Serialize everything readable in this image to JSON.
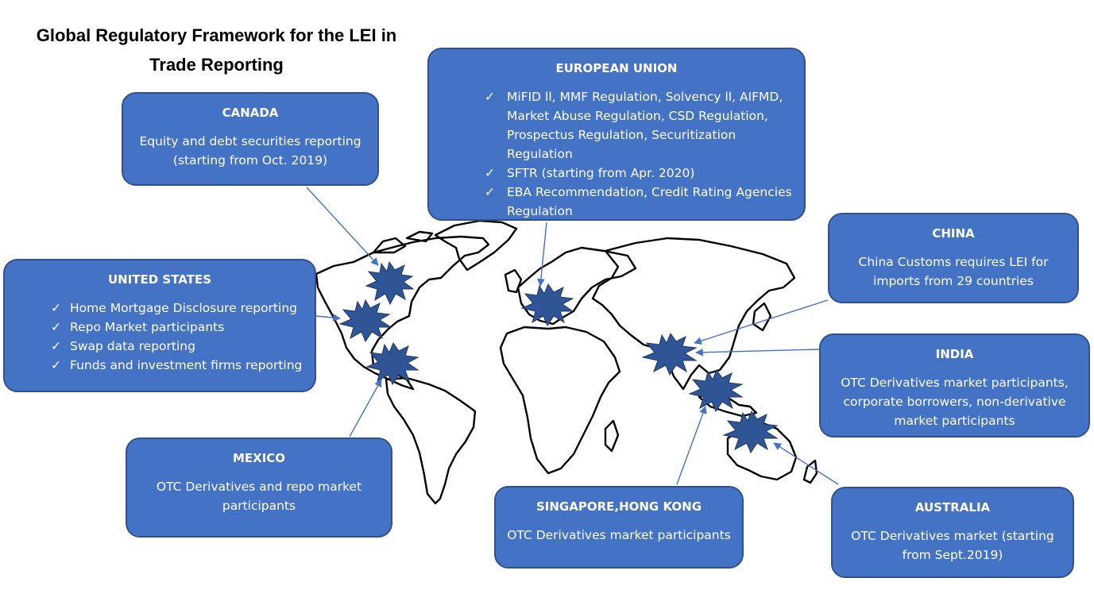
{
  "title": {
    "line1": "Global Regulatory Framework for the LEI  in",
    "line2": "Trade Reporting"
  },
  "colors": {
    "box_fill": "#4472c4",
    "box_border": "#2f528f",
    "burst_fill": "#2f5597",
    "arrow": "#4472c4",
    "map_outline": "#000000"
  },
  "regions": {
    "canada": {
      "heading": "CANADA",
      "desc_lines": [
        "Equity and debt securities reporting",
        "(starting from Oct. 2019)"
      ]
    },
    "eu": {
      "heading": "EUROPEAN UNION",
      "items": [
        "MiFID ll, MMF Regulation, Solvency ll, AIFMD, Market Abuse Regulation, CSD Regulation, Prospectus Regulation, Securitization Regulation",
        "SFTR (starting from Apr. 2020)",
        "EBA Recommendation, Credit Rating Agencies Regulation"
      ]
    },
    "us": {
      "heading": "UNITED STATES",
      "items": [
        "Home Mortgage Disclosure reporting",
        "Repo Market participants",
        "Swap data reporting",
        "Funds and investment firms reporting"
      ]
    },
    "mexico": {
      "heading": "MEXICO",
      "desc_lines": [
        "OTC Derivatives and repo market",
        "participants"
      ]
    },
    "china": {
      "heading": "CHINA",
      "desc_lines": [
        "China Customs requires LEI for",
        "imports from 29 countries"
      ]
    },
    "india": {
      "heading": "INDIA",
      "desc_lines": [
        "OTC Derivatives market participants,",
        "corporate borrowers, non-derivative",
        "market participants"
      ]
    },
    "singapore_hk": {
      "heading": "SINGAPORE,HONG KONG",
      "desc_lines": [
        "OTC Derivatives market participants"
      ]
    },
    "australia": {
      "heading": "AUSTRALIA",
      "desc_lines": [
        "OTC Derivatives market (starting",
        "from Sept.2019)"
      ]
    }
  }
}
